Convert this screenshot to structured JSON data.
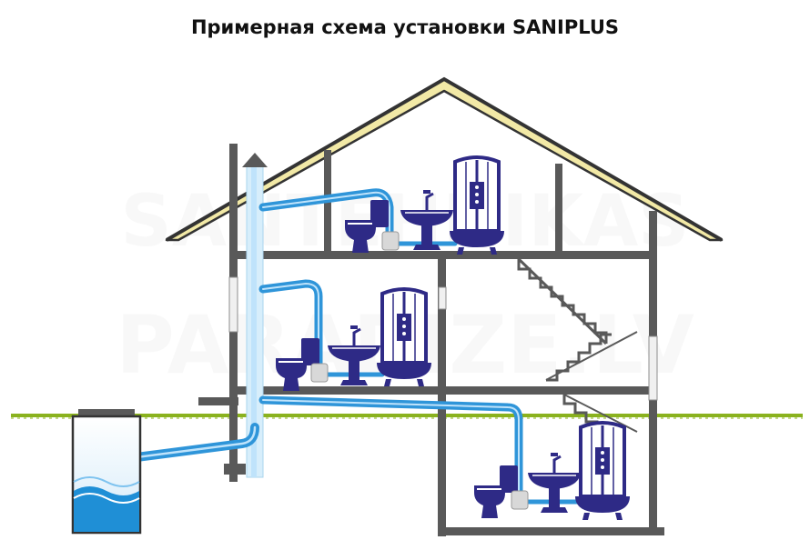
{
  "title": "Примерная схема установки SANIPLUS",
  "watermark": {
    "line1": "SANTEHNIKAS",
    "line2": "PARADIZE.LV"
  },
  "colors": {
    "wall": "#595959",
    "roof_fill": "#f2e9a6",
    "roof_edge": "#333333",
    "pipe": "#2f95d9",
    "pipe_highlight": "#bfe3fb",
    "fixture": "#2e2a86",
    "ground": "#8ab21e",
    "water": "#1f8fd6",
    "unit": "#d8d8d8"
  },
  "icons": [
    "toilet-icon",
    "sink-icon",
    "shower-cabin-icon",
    "saniplus-unit-icon",
    "vent-arrow-icon"
  ]
}
